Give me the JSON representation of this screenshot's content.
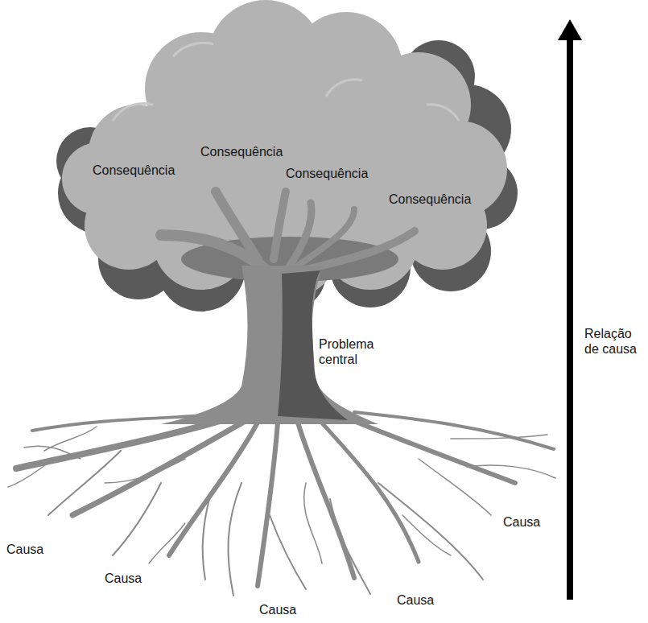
{
  "diagram": {
    "labels": [
      "Consequência",
      "Consequência",
      "Consequência",
      "Consequência",
      "Problema central",
      "Causa",
      "Causa",
      "Causa",
      "Causa",
      "Causa",
      "Relação de causa"
    ]
  }
}
